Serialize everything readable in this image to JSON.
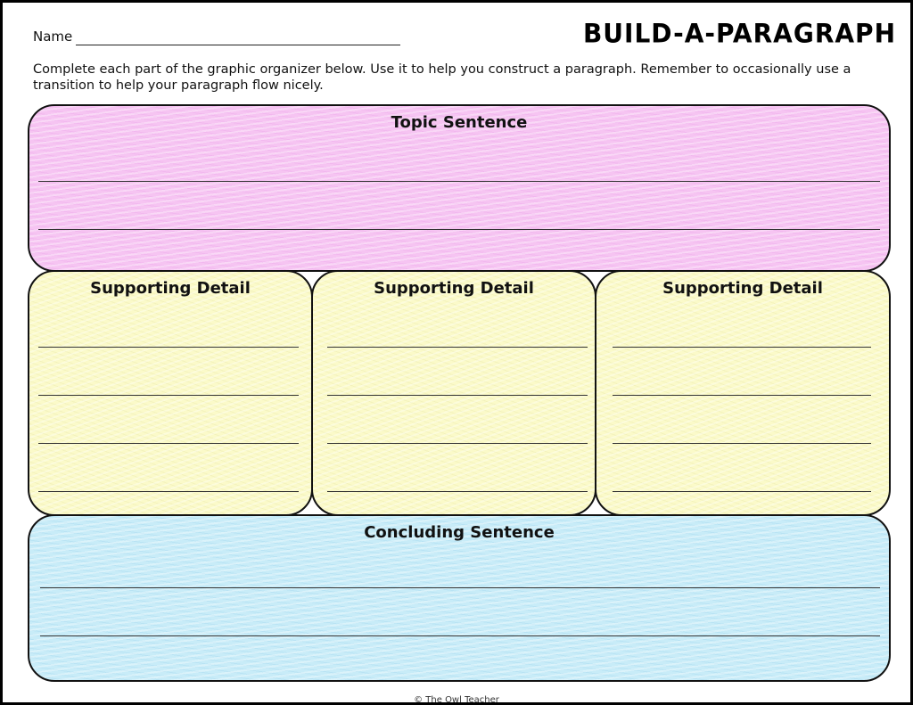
{
  "header": {
    "name_label": "Name",
    "title": "BUILD-A-PARAGRAPH"
  },
  "instructions": "Complete each part of the graphic organizer below. Use it to help you construct a paragraph. Remember to occasionally use a transition to help your paragraph flow nicely.",
  "sections": {
    "topic": {
      "heading": "Topic Sentence",
      "color": "#f6c4f2"
    },
    "details": [
      {
        "heading": "Supporting Detail",
        "color": "#fbfac9"
      },
      {
        "heading": "Supporting Detail",
        "color": "#fbfac9"
      },
      {
        "heading": "Supporting Detail",
        "color": "#fbfac9"
      }
    ],
    "concluding": {
      "heading": "Concluding Sentence",
      "color": "#c8ecf8"
    }
  },
  "footer": "© The Owl Teacher"
}
